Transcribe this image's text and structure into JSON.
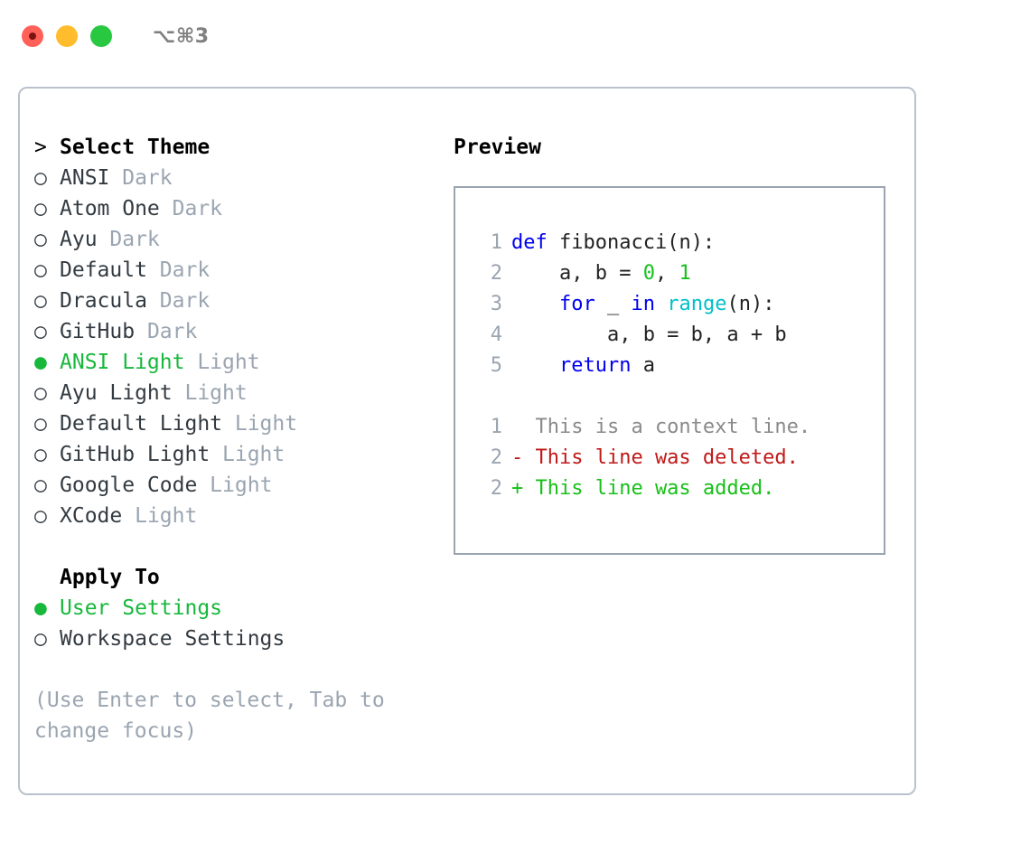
{
  "titlebar": {
    "shortcut": "⌥⌘3",
    "lights": [
      {
        "name": "close",
        "color": "#ff6058"
      },
      {
        "name": "minimize",
        "color": "#ffbd2e"
      },
      {
        "name": "zoom",
        "color": "#28c840"
      }
    ]
  },
  "theme_panel": {
    "heading_marker": ">",
    "heading": "Select Theme",
    "items": [
      {
        "marker": "○",
        "label": "ANSI",
        "suffix": "Dark",
        "selected": false
      },
      {
        "marker": "○",
        "label": "Atom One",
        "suffix": "Dark",
        "selected": false
      },
      {
        "marker": "○",
        "label": "Ayu",
        "suffix": "Dark",
        "selected": false
      },
      {
        "marker": "○",
        "label": "Default",
        "suffix": "Dark",
        "selected": false
      },
      {
        "marker": "○",
        "label": "Dracula",
        "suffix": "Dark",
        "selected": false
      },
      {
        "marker": "○",
        "label": "GitHub",
        "suffix": "Dark",
        "selected": false
      },
      {
        "marker": "●",
        "label": "ANSI Light",
        "suffix": "Light",
        "selected": true
      },
      {
        "marker": "○",
        "label": "Ayu Light",
        "suffix": "Light",
        "selected": false
      },
      {
        "marker": "○",
        "label": "Default Light",
        "suffix": "Light",
        "selected": false
      },
      {
        "marker": "○",
        "label": "GitHub Light",
        "suffix": "Light",
        "selected": false
      },
      {
        "marker": "○",
        "label": "Google Code",
        "suffix": "Light",
        "selected": false
      },
      {
        "marker": "○",
        "label": "XCode",
        "suffix": "Light",
        "selected": false
      }
    ]
  },
  "apply_to": {
    "heading": "Apply To",
    "options": [
      {
        "marker": "●",
        "label": "User Settings",
        "selected": true
      },
      {
        "marker": "○",
        "label": "Workspace Settings",
        "selected": false
      }
    ]
  },
  "hint": "(Use Enter to select, Tab to change focus)",
  "preview": {
    "title": "Preview",
    "code_lines": [
      {
        "num": "1",
        "tokens": [
          {
            "t": "def",
            "c": "kw"
          },
          {
            "t": " fibonacci(n):",
            "c": "plain"
          }
        ]
      },
      {
        "num": "2",
        "tokens": [
          {
            "t": "    a, b = ",
            "c": "plain"
          },
          {
            "t": "0",
            "c": "num"
          },
          {
            "t": ", ",
            "c": "plain"
          },
          {
            "t": "1",
            "c": "num"
          }
        ]
      },
      {
        "num": "3",
        "tokens": [
          {
            "t": "    ",
            "c": "plain"
          },
          {
            "t": "for",
            "c": "kw"
          },
          {
            "t": " _ ",
            "c": "plain"
          },
          {
            "t": "in",
            "c": "kw"
          },
          {
            "t": " ",
            "c": "plain"
          },
          {
            "t": "range",
            "c": "fn"
          },
          {
            "t": "(n):",
            "c": "plain"
          }
        ]
      },
      {
        "num": "4",
        "tokens": [
          {
            "t": "        a, b = b, a + b",
            "c": "plain"
          }
        ]
      },
      {
        "num": "5",
        "tokens": [
          {
            "t": "    ",
            "c": "plain"
          },
          {
            "t": "return",
            "c": "kw"
          },
          {
            "t": " a",
            "c": "plain"
          }
        ]
      }
    ],
    "diff_lines": [
      {
        "num": "1",
        "text": "  This is a context line.",
        "kind": "context"
      },
      {
        "num": "2",
        "text": "- This line was deleted.",
        "kind": "del"
      },
      {
        "num": "2",
        "text": "+ This line was added.",
        "kind": "add"
      }
    ]
  },
  "colors": {
    "accent_green": "#18b83c",
    "dim": "#9aa5b1",
    "keyword": "#0000f0",
    "function": "#00c0c8",
    "number": "#18c020",
    "diff_add": "#17c017",
    "diff_del": "#c01818",
    "border": "#b9c2cc"
  }
}
